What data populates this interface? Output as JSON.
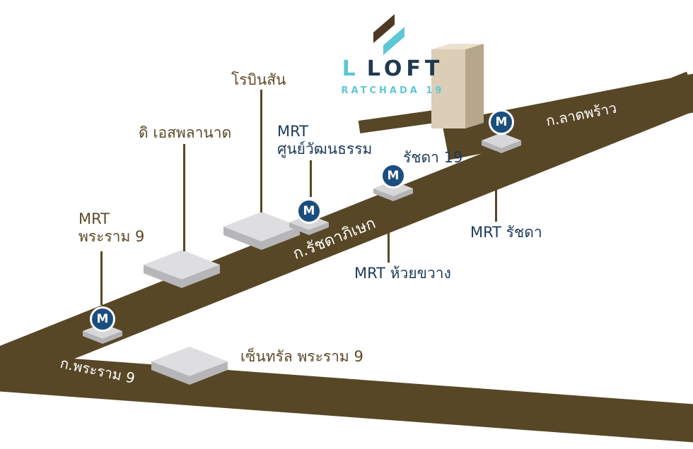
{
  "project": {
    "brand_l": "L",
    "brand_rest": "LOFT",
    "subtitle": "RATCHADA 19"
  },
  "roads": {
    "ratchadaphisek": "ก.รัชดาภิเษก",
    "lat_phrao": "ก.ลาดพร้าว",
    "rama9": "ก.พระราม 9",
    "soi": "รัชดา 19"
  },
  "stations": {
    "rama9": {
      "line1": "MRT",
      "line2": "พระราม 9",
      "symbol": "M"
    },
    "cultural_centre": {
      "line1": "MRT",
      "line2": "ศูนย์วัฒนธรรม",
      "symbol": "M"
    },
    "huai_khwang": {
      "label": "MRT ห้วยขวาง",
      "symbol": "M"
    },
    "ratchada": {
      "label": "MRT รัชดา",
      "symbol": "M"
    }
  },
  "places": {
    "esplanade": "ดิ เอสพลานาด",
    "robinson": "โรบินสัน",
    "central_rama9": "เซ็นทรัล พระราม 9"
  },
  "colors": {
    "road_brown": "#584726",
    "label_brown": "#5d4a29",
    "label_navy": "#1e3a5a",
    "mrt_blue": "#1b4e7f",
    "teal": "#5ec7d6",
    "logo_navy": "#20394f",
    "building_gray_top": "#dedee0",
    "building_gray_side": "#b6b6b9",
    "tower_beige": "#dbcdb6"
  }
}
